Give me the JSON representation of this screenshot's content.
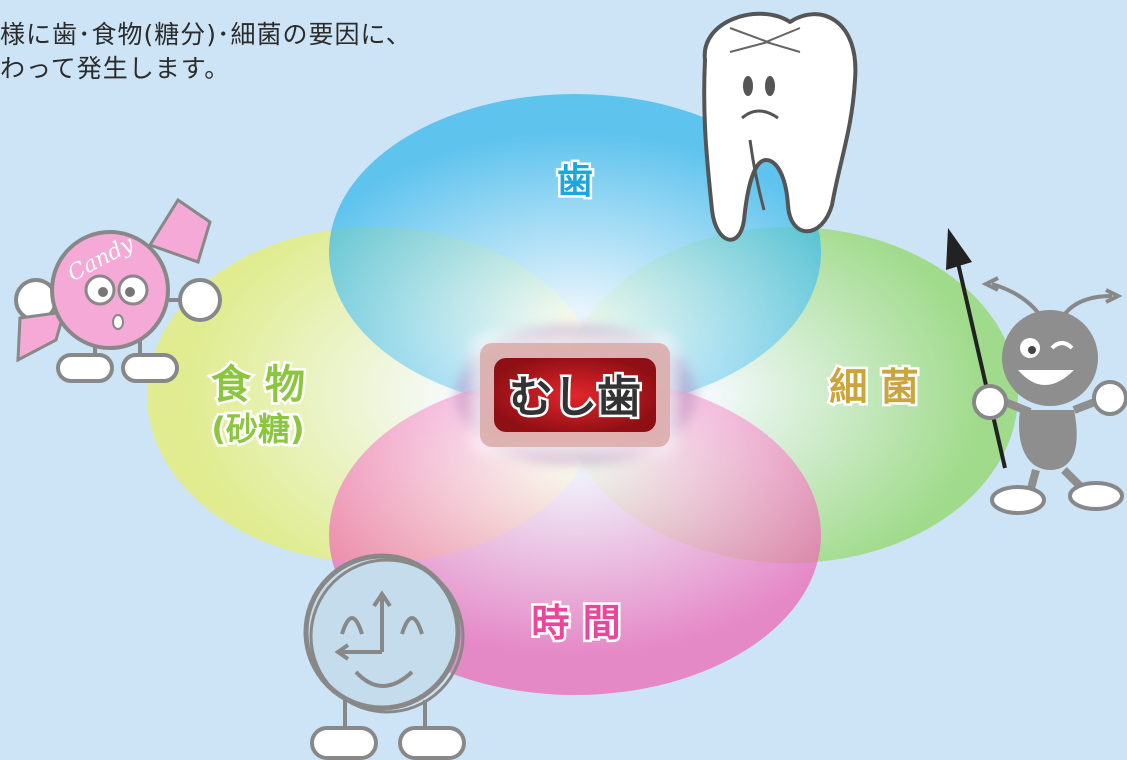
{
  "intro": {
    "line1": "様に歯･食物(糖分)･細菌の要因に、",
    "line2": "わって発生します。"
  },
  "diagram": {
    "center_label": "むし歯",
    "circles": [
      {
        "label": "歯",
        "color": "#2ab0e0"
      },
      {
        "label": "細 菌",
        "color": "#c9a53c"
      },
      {
        "label": "時 間",
        "color": "#e8479a"
      },
      {
        "label": "食 物",
        "sub_label": "(砂糖)",
        "color": "#8cc63f"
      }
    ],
    "candy_text": "Candy"
  },
  "colors": {
    "background": "#cce4f6",
    "center_fill": "#c4161c",
    "character_gray": "#8e8e8e"
  }
}
